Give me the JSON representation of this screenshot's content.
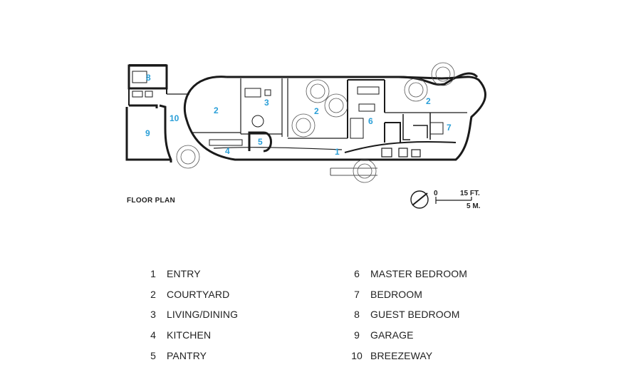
{
  "plan": {
    "caption": "FLOOR PLAN",
    "rooms": [
      {
        "num": "8",
        "name": "guest-bedroom"
      },
      {
        "num": "10",
        "name": "breezeway"
      },
      {
        "num": "9",
        "name": "garage"
      },
      {
        "num": "2",
        "name": "courtyard-west"
      },
      {
        "num": "3",
        "name": "living-dining"
      },
      {
        "num": "4",
        "name": "kitchen"
      },
      {
        "num": "5",
        "name": "pantry"
      },
      {
        "num": "2",
        "name": "courtyard-central"
      },
      {
        "num": "1",
        "name": "entry"
      },
      {
        "num": "6",
        "name": "master-bedroom"
      },
      {
        "num": "2",
        "name": "courtyard-east"
      },
      {
        "num": "7",
        "name": "bedroom"
      }
    ],
    "scale": {
      "zero": "0",
      "feet": "15 FT.",
      "meters": "5 M."
    }
  },
  "legend": {
    "left": [
      {
        "num": "1",
        "label": "ENTRY"
      },
      {
        "num": "2",
        "label": "COURTYARD"
      },
      {
        "num": "3",
        "label": "LIVING/DINING"
      },
      {
        "num": "4",
        "label": "KITCHEN"
      },
      {
        "num": "5",
        "label": "PANTRY"
      }
    ],
    "right": [
      {
        "num": "6",
        "label": "MASTER BEDROOM"
      },
      {
        "num": "7",
        "label": "BEDROOM"
      },
      {
        "num": "8",
        "label": "GUEST BEDROOM"
      },
      {
        "num": "9",
        "label": "GARAGE"
      },
      {
        "num": "10",
        "label": "BREEZEWAY"
      }
    ]
  },
  "colors": {
    "ink": "#1a1a1a",
    "accent": "#2a9fd8"
  }
}
